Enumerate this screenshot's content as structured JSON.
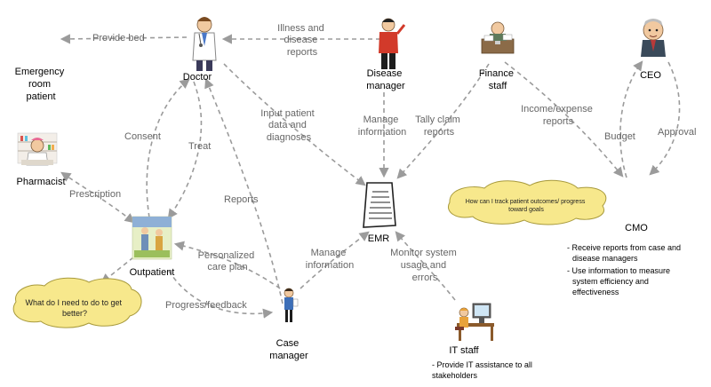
{
  "actors": {
    "doctor": "Doctor",
    "emergency_patient": [
      "Emergency",
      "room",
      "patient"
    ],
    "pharmacist": "Pharmacist",
    "outpatient": "Outpatient",
    "disease_manager": [
      "Disease",
      "manager"
    ],
    "finance_staff": [
      "Finance",
      "staff"
    ],
    "ceo": "CEO",
    "emr": "EMR",
    "case_manager": [
      "Case",
      "manager"
    ],
    "it_staff": "IT staff",
    "cmo": "CMO"
  },
  "edges": {
    "provide_bed": "Provide bed",
    "illness_reports": [
      "Illness and",
      "disease",
      "reports"
    ],
    "consent": "Consent",
    "treat": "Treat",
    "prescription": "Prescription",
    "input_patient": [
      "Input patient",
      "data and",
      "diagnoses"
    ],
    "manage_information_dm": [
      "Manage",
      "information"
    ],
    "tally_claim": [
      "Tally claim",
      "reports"
    ],
    "income_expense": [
      "Income/expense",
      "reports"
    ],
    "budget": "Budget",
    "approval": "Approval",
    "reports": "Reports",
    "personalized": [
      "Personalized",
      "care plan"
    ],
    "progress_feedback": "Progress/feedback",
    "manage_information_cm": [
      "Manage",
      "information"
    ],
    "monitor_system": [
      "Monitor system",
      "usage and",
      "errors"
    ]
  },
  "bubbles": {
    "cmo_question": [
      "How can I track patient outcomes/ progress",
      "toward goals"
    ],
    "outpatient_question": [
      "What do I need to do to get",
      "better?"
    ]
  },
  "notes": {
    "cmo": [
      "- Receive reports from case and",
      "disease managers",
      "- Use information to measure",
      "system efficiency and",
      "effectiveness"
    ],
    "it_staff": [
      "- Provide IT assistance to all",
      "stakeholders"
    ]
  },
  "colors": {
    "arrow": "#9b9b9b",
    "bubble_fill": "#f7e88c",
    "bubble_stroke": "#a89a3c",
    "edge_label": "#666666"
  }
}
